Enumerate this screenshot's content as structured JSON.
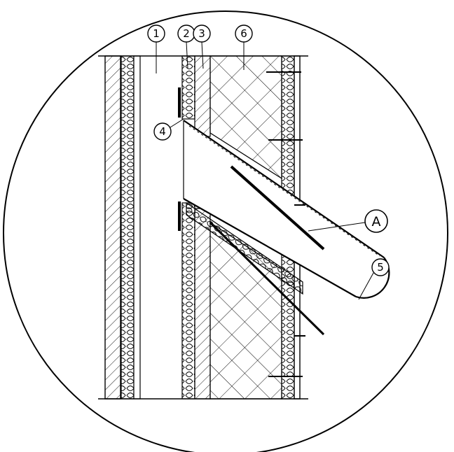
{
  "callouts": {
    "c1": "1",
    "c2": "2",
    "c3": "3",
    "c4": "4",
    "c5": "5",
    "c6": "6",
    "cA": "A"
  },
  "colors": {
    "ink": "#000000",
    "paper": "#ffffff"
  }
}
